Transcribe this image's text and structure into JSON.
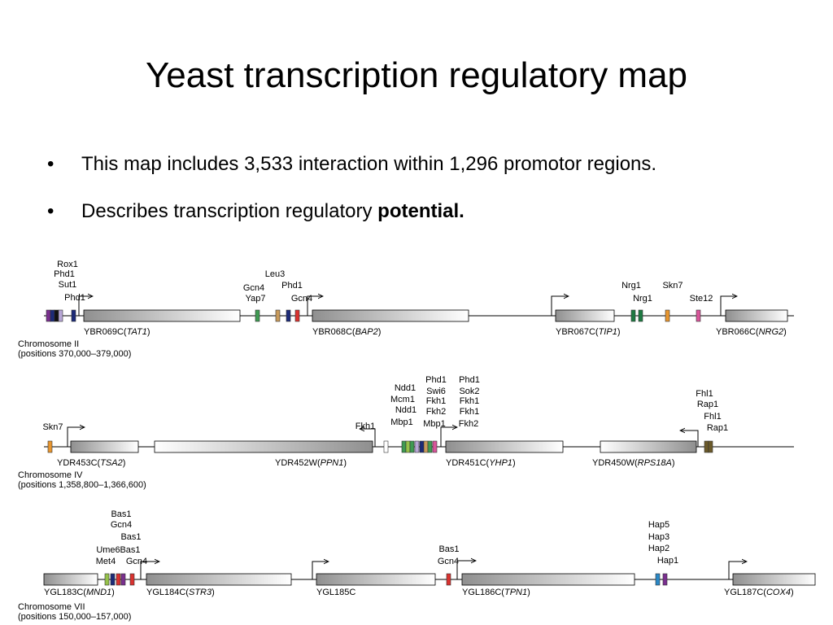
{
  "slide": {
    "title": "Yeast transcription regulatory map",
    "bullets": [
      {
        "marker": "•",
        "text": "This map includes 3,533 interaction within 1,296 promotor regions.",
        "bold": ""
      },
      {
        "marker": "•",
        "text": "Describes transcription regulatory ",
        "bold": "potential."
      }
    ]
  },
  "colors": {
    "purple": "#7a2f8f",
    "navy": "#1c2a78",
    "green": "#3f9a52",
    "orange": "#e8962f",
    "red": "#d9322f",
    "pink": "#d8559a",
    "darkgreen": "#1e7a42",
    "teal": "#2a88c6",
    "lime": "#96c24a",
    "olive": "#6b5a2a",
    "lilac": "#b7a6d6",
    "tan": "#c89a5b",
    "black": "#111111"
  },
  "chromosomes": [
    {
      "label_lines": [
        "Chromosome II",
        "(positions 370,000–379,000)"
      ],
      "genes": [
        {
          "name": "YBR069C",
          "symbol": "TAT1"
        },
        {
          "name": "YBR068C",
          "symbol": "BAP2"
        },
        {
          "name": "YBR067C",
          "symbol": "TIP1"
        },
        {
          "name": "YBR066C",
          "symbol": "NRG2"
        }
      ],
      "factor_groups": [
        [
          "Rox1",
          "Phd1",
          "Sut1",
          "Phd1"
        ],
        [
          "Gcn4",
          "Yap7"
        ],
        [
          "Leu3",
          "Phd1",
          "Gcn4"
        ],
        [
          "Nrg1",
          "Nrg1"
        ],
        [
          "Skn7"
        ],
        [
          "Ste12"
        ]
      ]
    },
    {
      "label_lines": [
        "Chromosome IV",
        "(positions 1,358,800–1,366,600)"
      ],
      "genes": [
        {
          "name": "YDR453C",
          "symbol": "TSA2"
        },
        {
          "name": "YDR452W",
          "symbol": "PPN1"
        },
        {
          "name": "YDR451C",
          "symbol": "YHP1"
        },
        {
          "name": "YDR450W",
          "symbol": "RPS18A"
        }
      ],
      "factor_groups": [
        [
          "Skn7"
        ],
        [
          "Fkh1"
        ],
        [
          "Ndd1",
          "Mcm1",
          "Ndd1",
          "Mbp1"
        ],
        [
          "Phd1",
          "Swi6",
          "Fkh1",
          "Fkh2",
          "Mbp1"
        ],
        [
          "Phd1",
          "Sok2",
          "Fkh1",
          "Fkh1",
          "Fkh2"
        ],
        [
          "Fhl1",
          "Rap1",
          "Fhl1",
          "Rap1"
        ]
      ]
    },
    {
      "label_lines": [
        "Chromosome VII",
        "(positions 150,000–157,000)"
      ],
      "genes": [
        {
          "name": "YGL183C",
          "symbol": "MND1"
        },
        {
          "name": "YGL184C",
          "symbol": "STR3"
        },
        {
          "name": "YGL185C",
          "symbol": ""
        },
        {
          "name": "YGL186C",
          "symbol": "TPN1"
        },
        {
          "name": "YGL187C",
          "symbol": "COX4"
        }
      ],
      "factor_groups": [
        [
          "Bas1",
          "Gcn4",
          "Bas1",
          "Ume6",
          "Bas1",
          "Met4",
          "Gcn4"
        ],
        [
          "Bas1",
          "Gcn4"
        ],
        [
          "Hap5",
          "Hap3",
          "Hap2",
          "Hap1"
        ]
      ]
    }
  ]
}
